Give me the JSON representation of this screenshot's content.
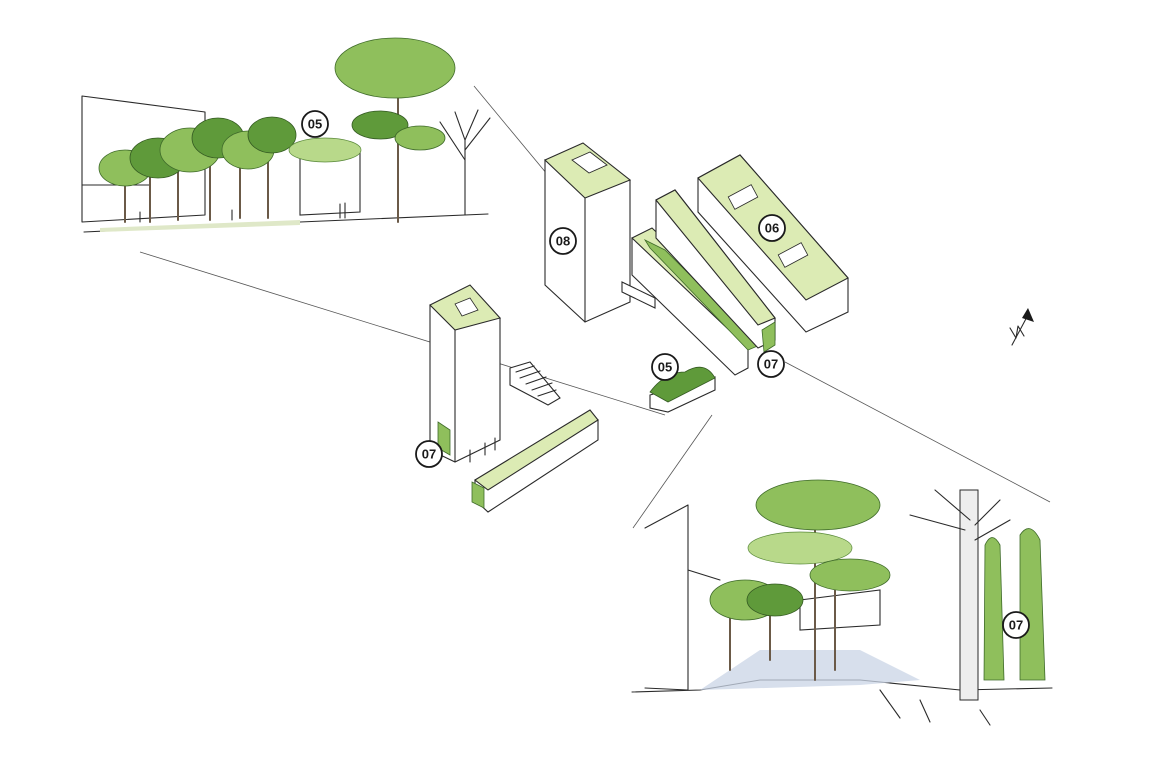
{
  "labels": {
    "l05_top": "05",
    "l08": "08",
    "l06": "06",
    "l05_mid": "05",
    "l07_mid": "07",
    "l07_left": "07",
    "l07_bottom": "07"
  },
  "colors": {
    "roof_green": "#dcebb4",
    "foliage": "#8fbf5c",
    "ink": "#2a2a2a"
  },
  "icons": {
    "north_arrow": "north-arrow-icon"
  }
}
